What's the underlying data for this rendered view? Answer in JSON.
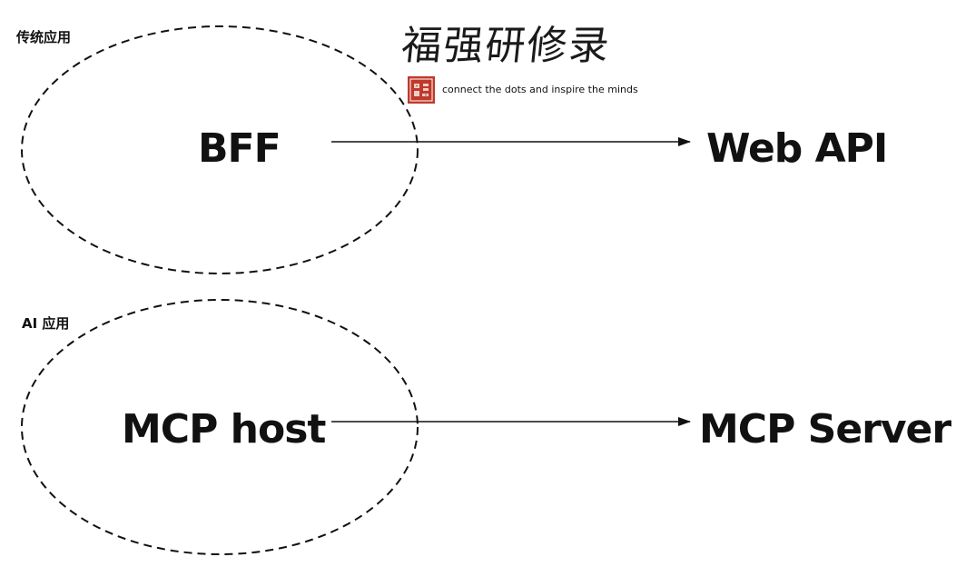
{
  "groups": {
    "traditional": {
      "label": "传统应用",
      "source": "BFF",
      "target": "Web API"
    },
    "ai": {
      "label": "AI 应用",
      "source": "MCP host",
      "target": "MCP Server"
    }
  },
  "logo": {
    "title": "福强研修录",
    "tagline": "connect the dots and inspire the minds"
  }
}
